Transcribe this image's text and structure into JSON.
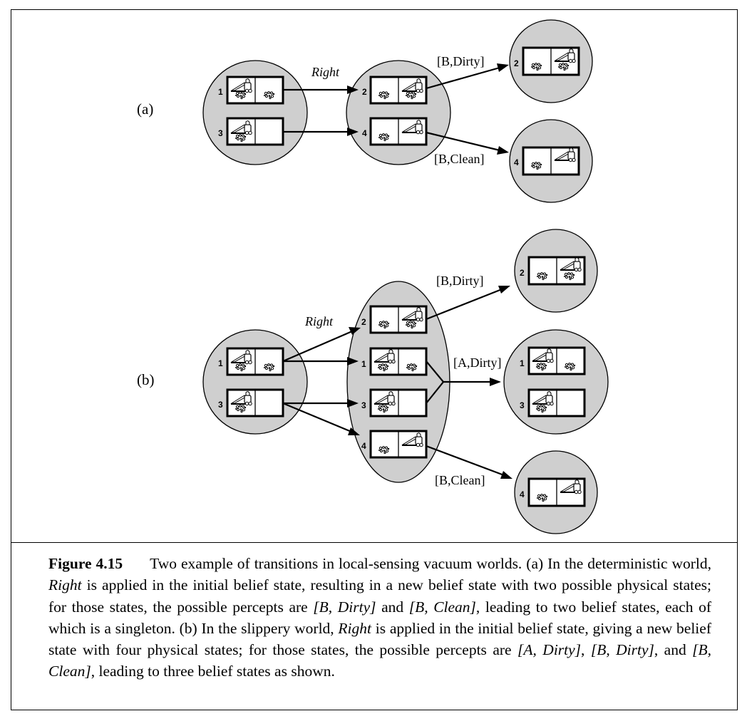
{
  "panels": {
    "a": {
      "label": "(a)",
      "action": "Right",
      "percepts": {
        "dirty": "[B,Dirty]",
        "clean": "[B,Clean]"
      },
      "states": [
        "1",
        "3",
        "2",
        "4",
        "2",
        "4"
      ]
    },
    "b": {
      "label": "(b)",
      "action": "Right",
      "percepts": {
        "b_dirty": "[B,Dirty]",
        "a_dirty": "[A,Dirty]",
        "b_clean": "[B,Clean]"
      },
      "states": [
        "1",
        "3",
        "2",
        "1",
        "3",
        "4",
        "2",
        "1",
        "3",
        "4"
      ]
    }
  },
  "icons": [
    "vacuum-icon",
    "dirt-icon"
  ],
  "caption": {
    "figure_label": "Figure 4.15",
    "text": "Two example of transitions in local-sensing vacuum worlds. (a) In the deterministic world, ",
    "t1": "Right",
    "t2": " is applied in the initial belief state, resulting in a new belief state with two possible physical states; for those states, the possible percepts are ",
    "p1": "[B, Dirty]",
    "t3": " and ",
    "p2": "[B, Clean]",
    "t4": ", leading to two belief states, each of which is a singleton. (b) In the slippery world, ",
    "t5": "Right",
    "t6": " is applied in the initial belief state, giving a new belief state with four physical states; for those states, the possible percepts are ",
    "p3": "[A, Dirty]",
    "t7": ", ",
    "p4": "[B, Dirty]",
    "t8": ", and ",
    "p5": "[B, Clean]",
    "t9": ", leading to three belief states as shown."
  }
}
